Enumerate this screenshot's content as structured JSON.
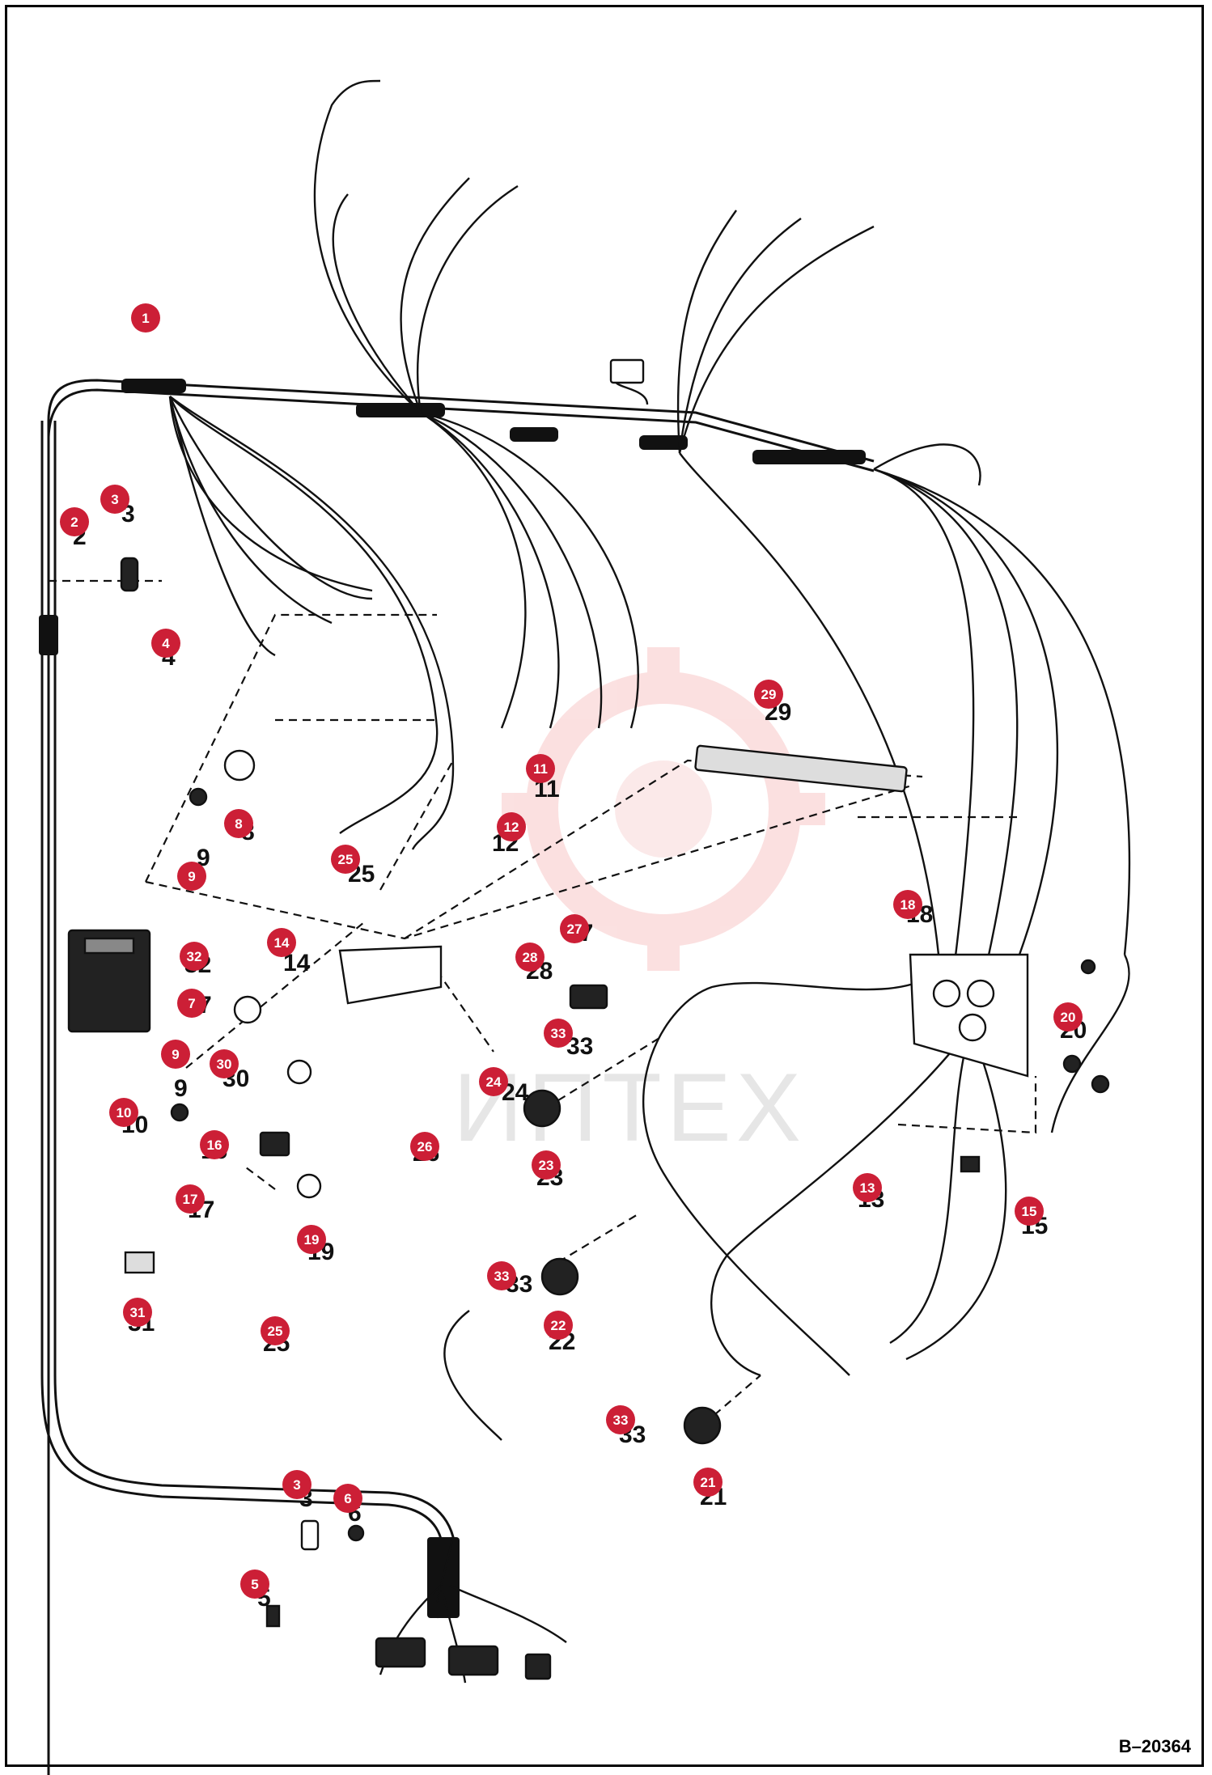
{
  "figure_id": "B–20364",
  "watermark": "ИПТЕХ",
  "colors": {
    "callout": "#cc1f36",
    "line": "#111111",
    "watermark": "#f4c9c9"
  },
  "callouts": [
    {
      "id": "c1",
      "label": "1"
    },
    {
      "id": "c2",
      "label": "2"
    },
    {
      "id": "c3a",
      "label": "3"
    },
    {
      "id": "c4",
      "label": "4"
    },
    {
      "id": "c8",
      "label": "8"
    },
    {
      "id": "c9a",
      "label": "9"
    },
    {
      "id": "c11",
      "label": "11"
    },
    {
      "id": "c12",
      "label": "12"
    },
    {
      "id": "c25a",
      "label": "25"
    },
    {
      "id": "c29",
      "label": "29"
    },
    {
      "id": "c18",
      "label": "18"
    },
    {
      "id": "c32",
      "label": "32"
    },
    {
      "id": "c14",
      "label": "14"
    },
    {
      "id": "c7",
      "label": "7"
    },
    {
      "id": "c28",
      "label": "28"
    },
    {
      "id": "c27",
      "label": "27"
    },
    {
      "id": "c33a",
      "label": "33"
    },
    {
      "id": "c20",
      "label": "20"
    },
    {
      "id": "c9b",
      "label": "9"
    },
    {
      "id": "c30",
      "label": "30"
    },
    {
      "id": "c24",
      "label": "24"
    },
    {
      "id": "c10",
      "label": "10"
    },
    {
      "id": "c26",
      "label": "26"
    },
    {
      "id": "c23",
      "label": "23"
    },
    {
      "id": "c16",
      "label": "16"
    },
    {
      "id": "c13",
      "label": "13"
    },
    {
      "id": "c15",
      "label": "15"
    },
    {
      "id": "c17",
      "label": "17"
    },
    {
      "id": "c19",
      "label": "19"
    },
    {
      "id": "c33b",
      "label": "33"
    },
    {
      "id": "c31",
      "label": "31"
    },
    {
      "id": "c22",
      "label": "22"
    },
    {
      "id": "c25b",
      "label": "25"
    },
    {
      "id": "c33c",
      "label": "33"
    },
    {
      "id": "c21",
      "label": "21"
    },
    {
      "id": "c3b",
      "label": "3"
    },
    {
      "id": "c6",
      "label": "6"
    },
    {
      "id": "c5",
      "label": "5"
    }
  ],
  "part_numbers": [
    {
      "id": "n3a",
      "label": "3"
    },
    {
      "id": "n2",
      "label": "2"
    },
    {
      "id": "n4",
      "label": "4"
    },
    {
      "id": "n8",
      "label": "8"
    },
    {
      "id": "n9a",
      "label": "9"
    },
    {
      "id": "n11",
      "label": "11"
    },
    {
      "id": "n12",
      "label": "12"
    },
    {
      "id": "n25a",
      "label": "25"
    },
    {
      "id": "n29",
      "label": "29"
    },
    {
      "id": "n18",
      "label": "18"
    },
    {
      "id": "n32",
      "label": "32"
    },
    {
      "id": "n14",
      "label": "14"
    },
    {
      "id": "n7",
      "label": "7"
    },
    {
      "id": "n28",
      "label": "28"
    },
    {
      "id": "n27",
      "label": "27"
    },
    {
      "id": "n33a",
      "label": "33"
    },
    {
      "id": "n20",
      "label": "20"
    },
    {
      "id": "n9b",
      "label": "9"
    },
    {
      "id": "n30",
      "label": "30"
    },
    {
      "id": "n24",
      "label": "24"
    },
    {
      "id": "n10",
      "label": "10"
    },
    {
      "id": "n26",
      "label": "26"
    },
    {
      "id": "n23",
      "label": "23"
    },
    {
      "id": "n16",
      "label": "16"
    },
    {
      "id": "n13",
      "label": "13"
    },
    {
      "id": "n15",
      "label": "15"
    },
    {
      "id": "n17",
      "label": "17"
    },
    {
      "id": "n19",
      "label": "19"
    },
    {
      "id": "n33b",
      "label": "33"
    },
    {
      "id": "n31",
      "label": "31"
    },
    {
      "id": "n22",
      "label": "22"
    },
    {
      "id": "n25b",
      "label": "25"
    },
    {
      "id": "n33c",
      "label": "33"
    },
    {
      "id": "n21",
      "label": "21"
    },
    {
      "id": "n3b",
      "label": "3"
    },
    {
      "id": "n6",
      "label": "6"
    },
    {
      "id": "n5",
      "label": "5"
    }
  ]
}
